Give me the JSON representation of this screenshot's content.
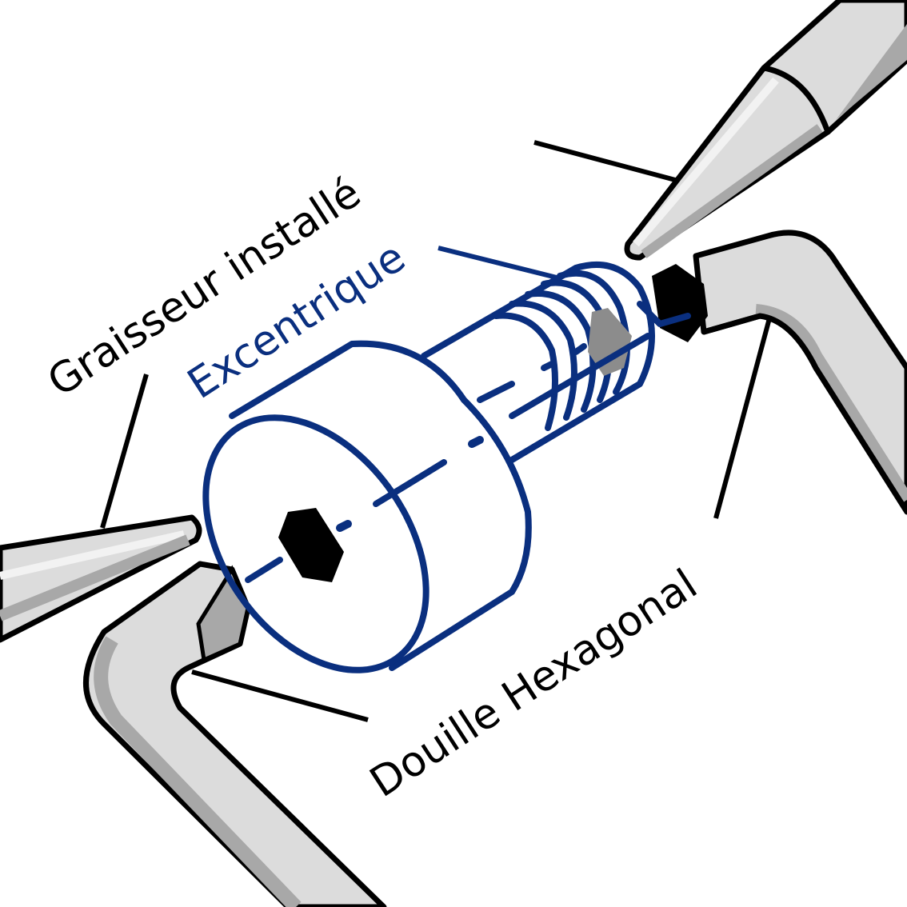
{
  "diagram": {
    "labels": {
      "grease_fitting": "Graisseur installé",
      "eccentric": "Excentrique",
      "hex_socket": "Douille Hexagonal"
    },
    "colors": {
      "background": "#ffffff",
      "outline": "#000000",
      "eccentric_blue": "#0a2f7f",
      "tool_light": "#dcdcdc",
      "tool_shade": "#a8a8a8",
      "tool_highlight": "#f2f2f2",
      "hex_grey": "#8c8c8c"
    },
    "parts": [
      {
        "name": "grease-fitting-tool",
        "icon": "grease-nozzle-icon"
      },
      {
        "name": "eccentric-bushing",
        "icon": "eccentric-cylinder-icon"
      },
      {
        "name": "hex-key",
        "icon": "hex-key-icon"
      }
    ]
  }
}
